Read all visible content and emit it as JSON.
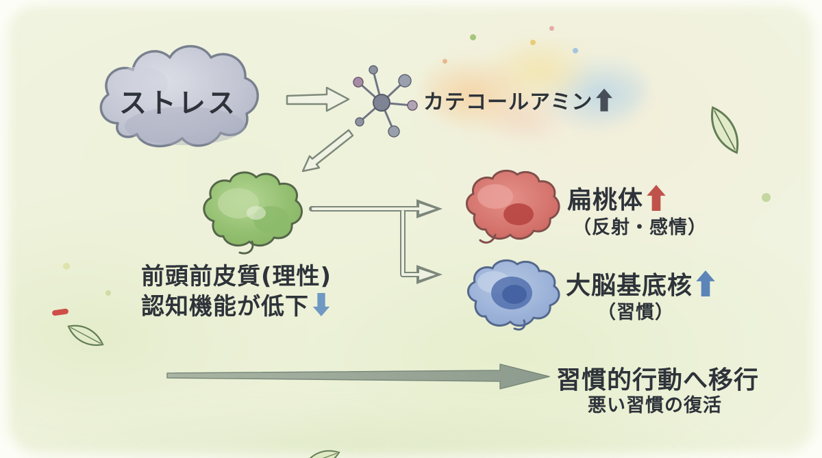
{
  "colors": {
    "background_wash": "#eef2da",
    "cloud_fill": "#c3c6d3",
    "ink_text": "#2e333a",
    "flow_arrow": "#7c877b",
    "red_accent": "#c0524c",
    "blue_accent": "#5d84b8",
    "green_brain": "#9ac47c",
    "dark_arrow": "#474e58",
    "down_arrow": "#6f99c3"
  },
  "icons": {
    "stress_cloud": "gray watercolor cloud",
    "molecule": "catecholamine ball-and-stick molecule",
    "brain_green": "green brain (prefrontal cortex)",
    "brain_red": "red brain (amygdala)",
    "brain_blue": "blue brain (basal ganglia)",
    "trend_up": "block arrow up",
    "trend_down": "block arrow down",
    "flow_arrow": "hollow sketched arrow",
    "leaf": "decorative watercolor leaf"
  },
  "diagram": {
    "stress": {
      "label": "ストレス"
    },
    "catecholamine": {
      "label": "カテコールアミン",
      "trend": "up"
    },
    "prefrontal": {
      "title": "前頭前皮質(理性)",
      "subtitle": "認知機能が低下",
      "trend": "down"
    },
    "amygdala": {
      "label": "扁桃体",
      "trend": "up",
      "note": "（反射・感情）"
    },
    "basal_ganglia": {
      "label": "大脳基底核",
      "trend": "up",
      "note": "（習慣）"
    },
    "outcome": {
      "title": "習慣的行動へ移行",
      "subtitle": "悪い習慣の復活"
    }
  }
}
